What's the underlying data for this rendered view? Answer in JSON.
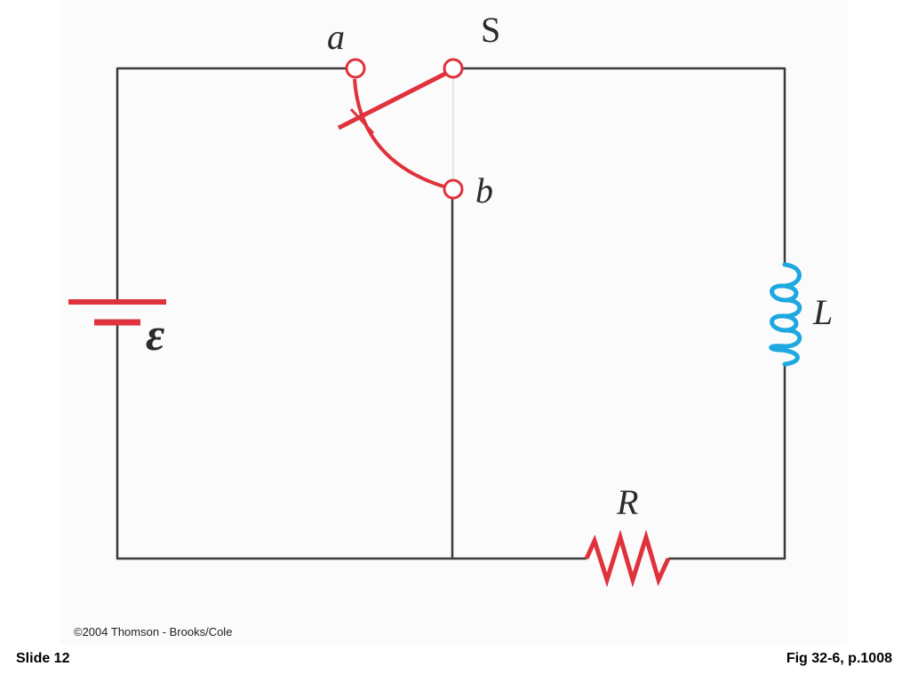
{
  "diagram": {
    "labels": {
      "terminal_a": "a",
      "switch": "S",
      "terminal_b": "b",
      "emf": "ε",
      "inductor": "L",
      "resistor": "R"
    },
    "colors": {
      "wire": "#3a3a3a",
      "switch_and_battery": "#e0323c",
      "resistor": "#e0323c",
      "inductor": "#1ea8e0"
    }
  },
  "footer": {
    "copyright": "©2004 Thomson - Brooks/Cole",
    "slide_label": "Slide 12",
    "figure_ref": "Fig 32-6, p.1008"
  }
}
